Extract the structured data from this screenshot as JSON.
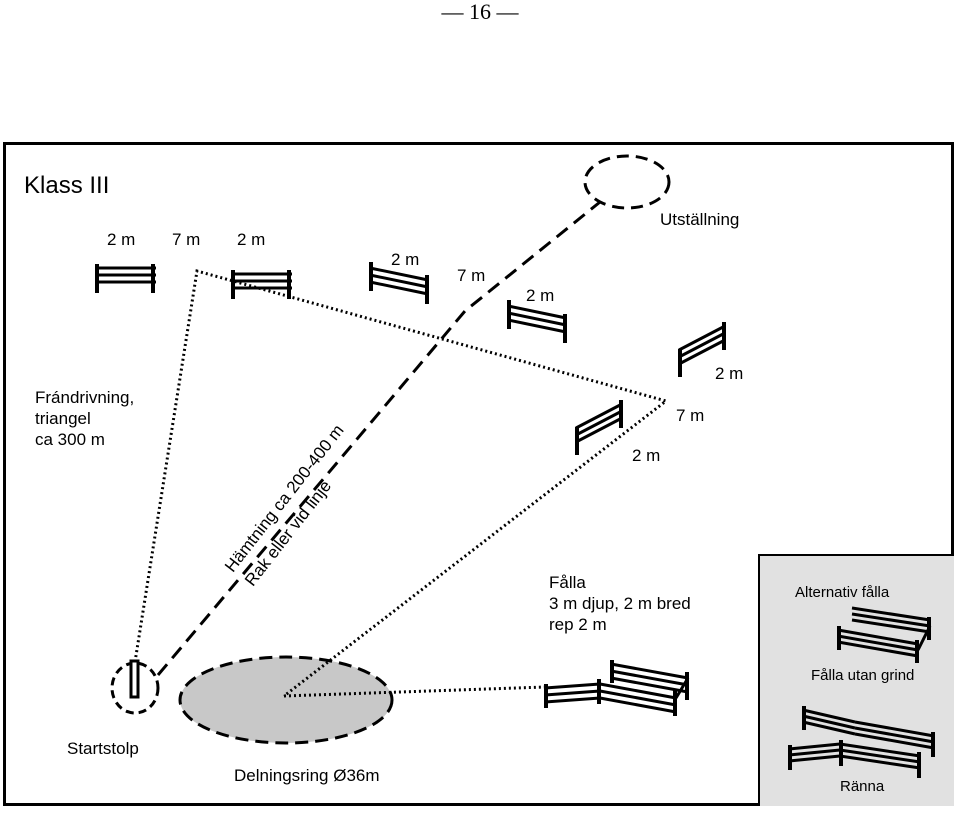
{
  "page_number": "16",
  "title": "Klass III",
  "labels": {
    "top_row_2m_a": "2 m",
    "top_row_7m": "7 m",
    "top_row_2m_b": "2 m",
    "mid_2m_a": "2 m",
    "mid_7m": "7 m",
    "mid_2m_b": "2 m",
    "right_2m_top": "2 m",
    "right_7m": "7 m",
    "right_2m_bottom": "2 m",
    "utstallning": "Utställning",
    "frandrivning": [
      "Frándrivning,",
      "triangel",
      "ca 300 m"
    ],
    "hamtning_line1": "Hämtning ca 200-400 m",
    "hamtning_line2": "Rak eller vid linje",
    "falla": [
      "Fålla",
      "3 m djup, 2 m bred",
      "rep 2 m"
    ],
    "startstolp": "Startstolp",
    "delningsring": "Delningsring Ø36m",
    "alt_title": "Alternativ fålla",
    "alt_utan_grind": "Fålla utan grind",
    "alt_ranna": "Ränna"
  },
  "icons": {
    "hurdle": "fence-hurdle-icon",
    "start_post": "start-post-icon",
    "pen": "sheep-pen-icon",
    "ring": "shedding-ring-icon",
    "exhibition": "exhibition-area-icon"
  },
  "colors": {
    "ring_fill": "#c8c8c8",
    "alt_box_bg": "#e1e1e1",
    "line": "#000000"
  }
}
